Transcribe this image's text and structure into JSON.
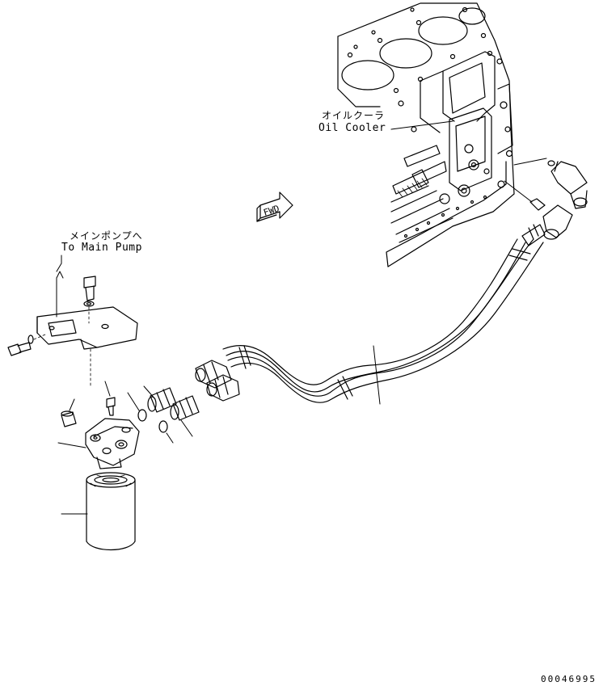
{
  "labels": {
    "oil_cooler_jp": "オイルクーラ",
    "oil_cooler_en": "Oil Cooler",
    "main_pump_jp": "メインポンプへ",
    "main_pump_en": "To Main Pump",
    "fwd": "FWD",
    "drawing_code": "00046995"
  },
  "colors": {
    "line": "#000000",
    "background": "#ffffff"
  }
}
